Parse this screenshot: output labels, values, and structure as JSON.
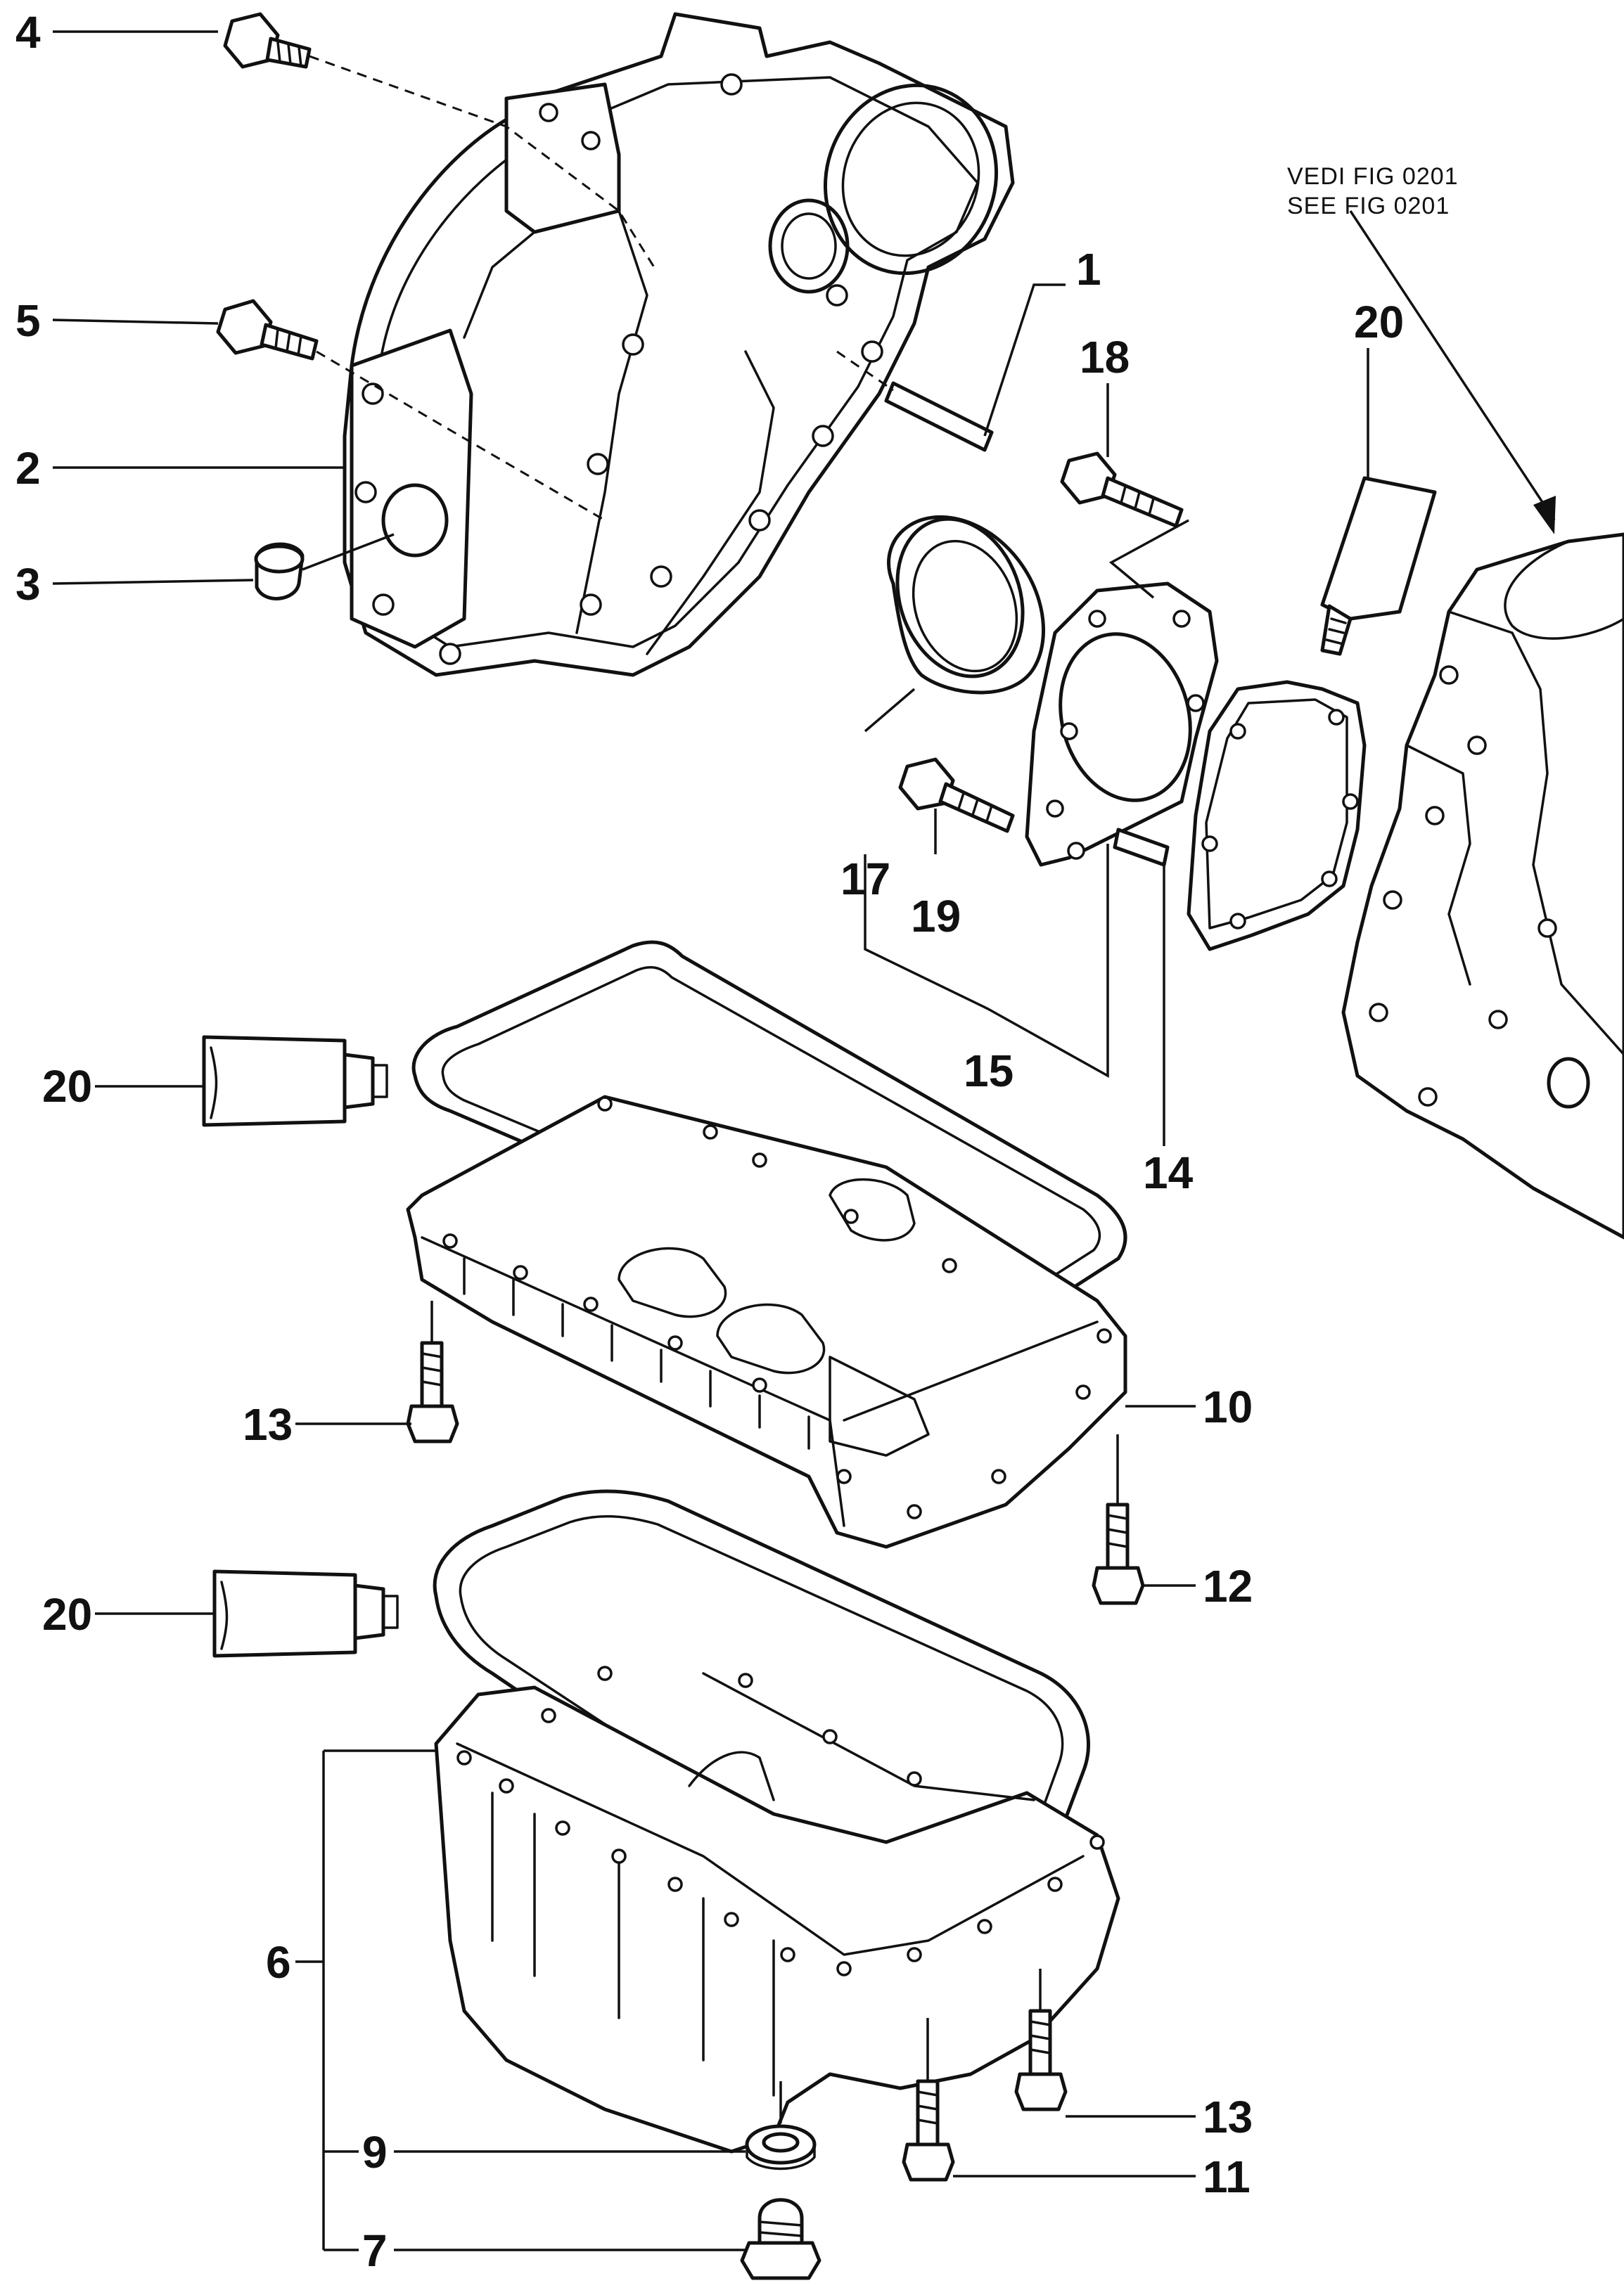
{
  "diagram": {
    "reference_note": {
      "line1": "VEDI FIG  0201",
      "line2": "SEE FIG  0201"
    },
    "callouts": {
      "c1": "1",
      "c2": "2",
      "c3": "3",
      "c4": "4",
      "c5": "5",
      "c6": "6",
      "c7": "7",
      "c9": "9",
      "c10": "10",
      "c11": "11",
      "c12": "12",
      "c13a": "13",
      "c13b": "13",
      "c14": "14",
      "c15": "15",
      "c17": "17",
      "c18": "18",
      "c19": "19",
      "c20a": "20",
      "c20b": "20",
      "c20c": "20"
    }
  }
}
